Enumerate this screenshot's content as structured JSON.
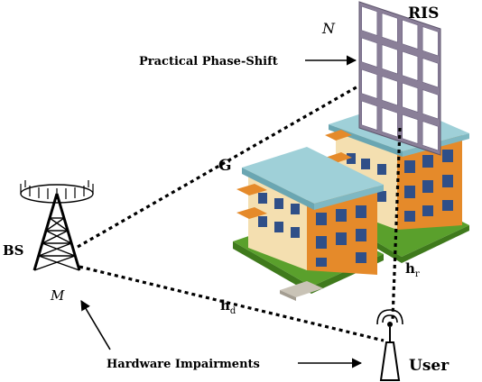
{
  "labels": {
    "ris": "RIS",
    "n": "N",
    "practical_phase_shift": "Practical Phase-Shift",
    "g": "G",
    "bs": "BS",
    "m": "M",
    "hr_base": "h",
    "hr_sub": "r",
    "hd_base": "h",
    "hd_sub": "d",
    "user": "User",
    "hardware_impairments": "Hardware Impairments"
  },
  "colors": {
    "ris_panel": "#8a7f98",
    "ris_element": "#ffffff",
    "wall_orange": "#e58a2a",
    "wall_cream": "#f4dfb0",
    "roof": "#9fd0d8",
    "window": "#2f4f88",
    "grass": "#5aa02c",
    "link": "#000000"
  }
}
